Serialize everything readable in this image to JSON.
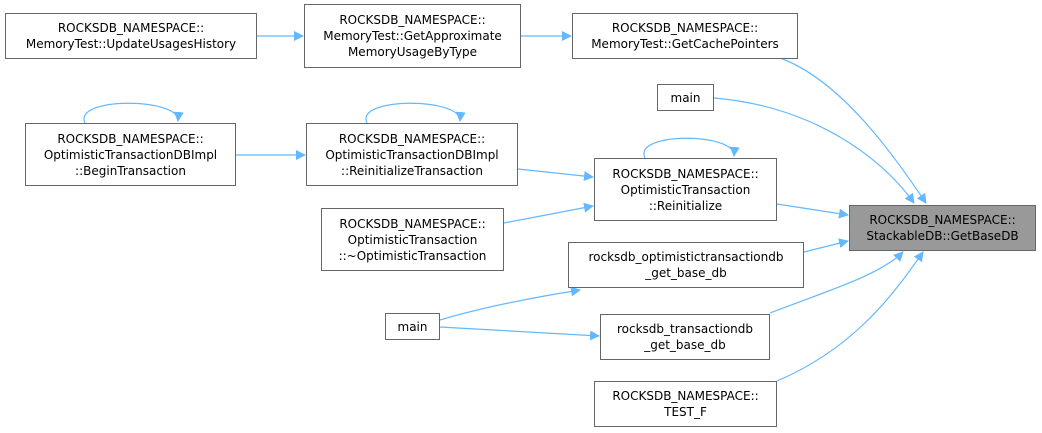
{
  "diagram": {
    "edge_color": "#63b8ff",
    "node_border_color": "#666666",
    "target_fill": "#999999",
    "nodes": {
      "n_update_usages": {
        "lines": [
          "ROCKSDB_NAMESPACE::",
          "MemoryTest::UpdateUsagesHistory"
        ]
      },
      "n_get_approx": {
        "lines": [
          "ROCKSDB_NAMESPACE::",
          "MemoryTest::GetApproximate",
          "MemoryUsageByType"
        ]
      },
      "n_get_cache_ptrs": {
        "lines": [
          "ROCKSDB_NAMESPACE::",
          "MemoryTest::GetCachePointers"
        ]
      },
      "n_main1": {
        "lines": [
          "main"
        ]
      },
      "n_begin_txn": {
        "lines": [
          "ROCKSDB_NAMESPACE::",
          "OptimisticTransactionDBImpl",
          "::BeginTransaction"
        ]
      },
      "n_reinit_txn": {
        "lines": [
          "ROCKSDB_NAMESPACE::",
          "OptimisticTransactionDBImpl",
          "::ReinitializeTransaction"
        ]
      },
      "n_reinitialize": {
        "lines": [
          "ROCKSDB_NAMESPACE::",
          "OptimisticTransaction",
          "::Reinitialize"
        ]
      },
      "n_dtor": {
        "lines": [
          "ROCKSDB_NAMESPACE::",
          "OptimisticTransaction",
          "::~OptimisticTransaction"
        ]
      },
      "n_opt_get_base": {
        "lines": [
          "rocksdb_optimistictransactiondb",
          "_get_base_db"
        ]
      },
      "n_main2": {
        "lines": [
          "main"
        ]
      },
      "n_txn_get_base": {
        "lines": [
          "rocksdb_transactiondb",
          "_get_base_db"
        ]
      },
      "n_test_f": {
        "lines": [
          "ROCKSDB_NAMESPACE::",
          "TEST_F"
        ]
      },
      "n_target": {
        "lines": [
          "ROCKSDB_NAMESPACE::",
          "StackableDB::GetBaseDB"
        ]
      }
    }
  }
}
